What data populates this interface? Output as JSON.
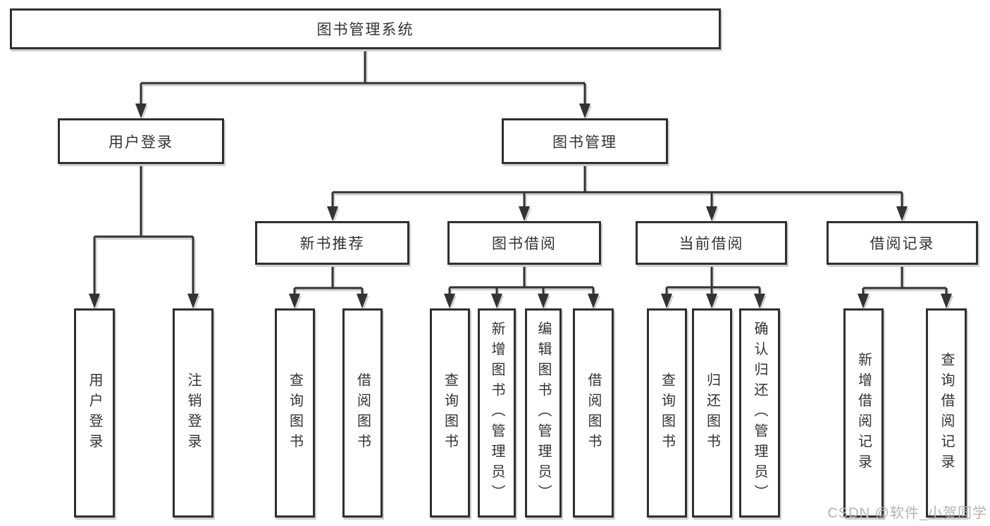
{
  "tree": {
    "root": "图书管理系统",
    "children": [
      {
        "label": "用户登录",
        "children": [
          {
            "label": "用户登录"
          },
          {
            "label": "注销登录"
          }
        ]
      },
      {
        "label": "图书管理",
        "children": [
          {
            "label": "新书推荐",
            "children": [
              {
                "label": "查询图书"
              },
              {
                "label": "借阅图书"
              }
            ]
          },
          {
            "label": "图书借阅",
            "children": [
              {
                "label": "查询图书"
              },
              {
                "label": "新增图书（管理员）"
              },
              {
                "label": "编辑图书（管理员）"
              },
              {
                "label": "借阅图书"
              }
            ]
          },
          {
            "label": "当前借阅",
            "children": [
              {
                "label": "查询图书"
              },
              {
                "label": "归还图书"
              },
              {
                "label": "确认归还（管理员）"
              }
            ]
          },
          {
            "label": "借阅记录",
            "children": [
              {
                "label": "新增借阅记录"
              },
              {
                "label": "查询借阅记录"
              }
            ]
          }
        ]
      }
    ]
  },
  "watermark": {
    "text": "CSDN @软件_小贺同学"
  },
  "colors": {
    "background": "#ffffff",
    "line": "#333333",
    "box_border": "#2f2f2f",
    "text": "#333333",
    "shadow": "#cfcfcf",
    "watermark": "#b3b3b3"
  }
}
